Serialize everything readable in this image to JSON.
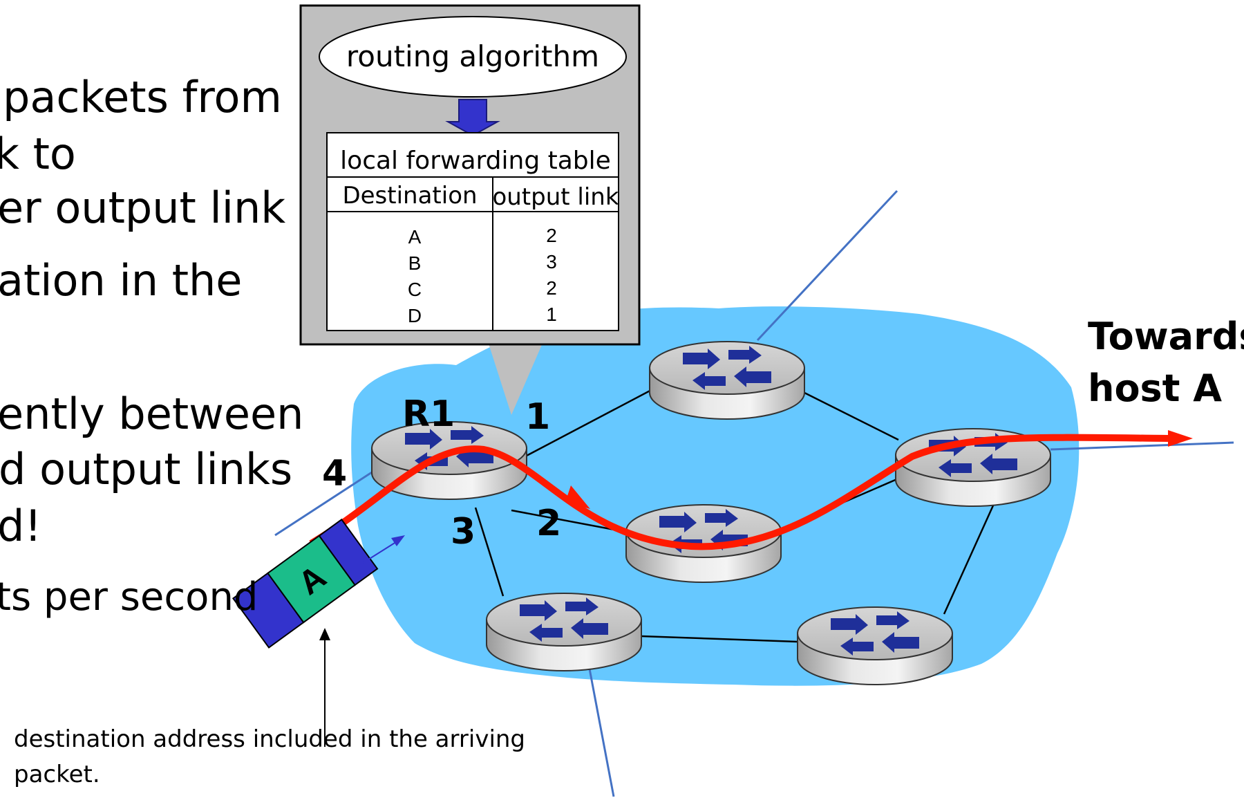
{
  "bullets": [
    "packets from",
    "k to",
    "er output link",
    "ation in the",
    "ently between",
    "d output links",
    "d!",
    "ts per second"
  ],
  "routing_algorithm_label": "routing algorithm",
  "forwarding_table": {
    "title": "local forwarding table",
    "headers": [
      "Destination",
      "output link"
    ],
    "rows": [
      {
        "destination": "A",
        "output_link": "2"
      },
      {
        "destination": "B",
        "output_link": "3"
      },
      {
        "destination": "C",
        "output_link": "2"
      },
      {
        "destination": "D",
        "output_link": "1"
      }
    ]
  },
  "router_label": "R1",
  "port_labels": [
    "1",
    "2",
    "3",
    "4"
  ],
  "packet_label": "A",
  "host_label": [
    "Towards",
    "host A"
  ],
  "caption": [
    "destination address included in the arriving",
    "packet."
  ],
  "colors": {
    "cloud": "#66c8ff",
    "path": "#ff1a00",
    "link_blue": "#4472c4",
    "arrow_blue": "#3333cc",
    "packet_green": "#1bbd8a",
    "packet_body": "#3333cc"
  }
}
